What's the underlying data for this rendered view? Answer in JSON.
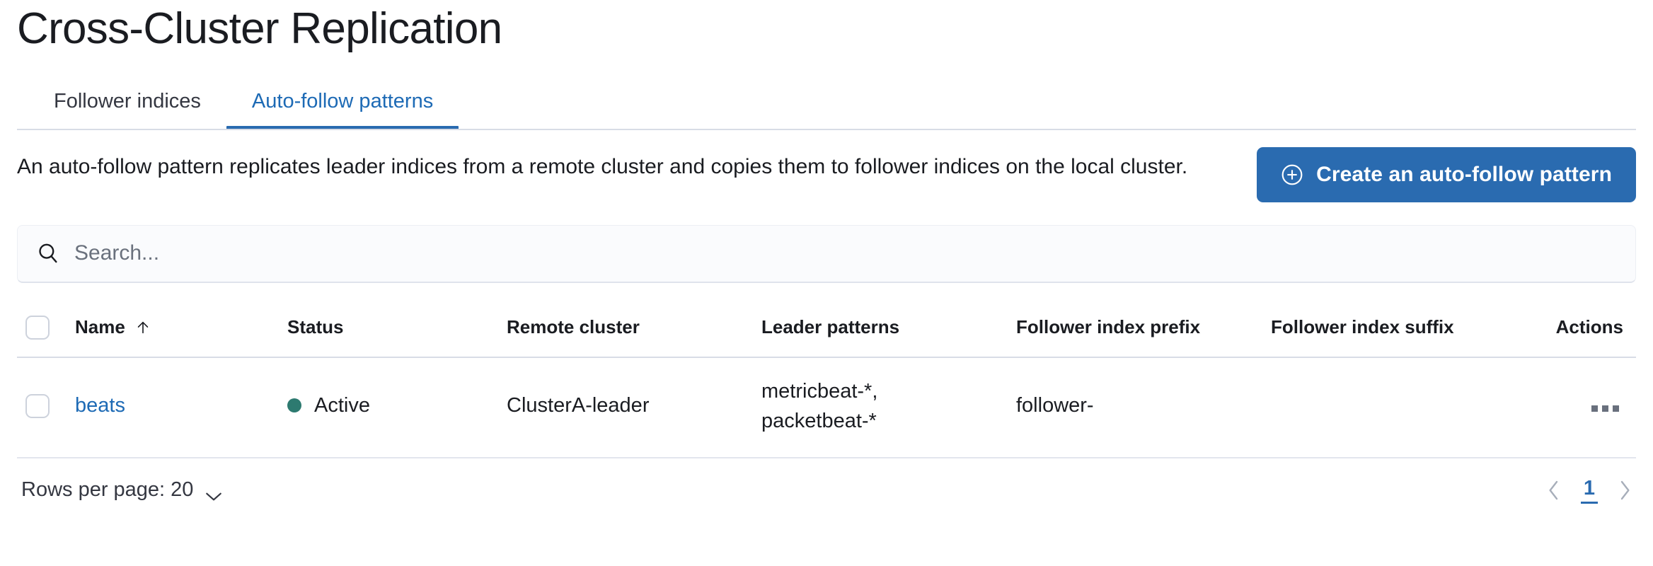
{
  "page": {
    "title": "Cross-Cluster Replication"
  },
  "tabs": [
    {
      "label": "Follower indices",
      "active": false,
      "name": "tab-follower-indices"
    },
    {
      "label": "Auto-follow patterns",
      "active": true,
      "name": "tab-auto-follow-patterns"
    }
  ],
  "intro": {
    "description": "An auto-follow pattern replicates leader indices from a remote cluster and copies them to follower indices on the local cluster.",
    "cta_label": "Create an auto-follow pattern",
    "cta_icon": "plus-in-circle-icon"
  },
  "search": {
    "value": "",
    "placeholder": "Search...",
    "icon": "search-icon"
  },
  "table": {
    "columns": [
      {
        "key": "select",
        "label": "",
        "icon": "checkbox-icon"
      },
      {
        "key": "name",
        "label": "Name",
        "sorted": "asc",
        "sort_icon": "arrow-up-icon"
      },
      {
        "key": "status",
        "label": "Status"
      },
      {
        "key": "remote",
        "label": "Remote cluster"
      },
      {
        "key": "leader",
        "label": "Leader patterns"
      },
      {
        "key": "prefix",
        "label": "Follower index prefix"
      },
      {
        "key": "suffix",
        "label": "Follower index suffix"
      },
      {
        "key": "actions",
        "label": "Actions"
      }
    ],
    "rows": [
      {
        "selected": false,
        "name": "beats",
        "status": "Active",
        "status_color": "#2d7a70",
        "remote_cluster": "ClusterA-leader",
        "leader_patterns": "metricbeat-*,\npacketbeat-*",
        "follower_index_prefix": "follower-",
        "follower_index_suffix": "",
        "actions_icon": "more-actions-icon"
      }
    ]
  },
  "footer": {
    "rows_per_page_label": "Rows per page: 20",
    "rows_per_page_icon": "chevron-down-icon",
    "prev_icon": "chevron-left-icon",
    "next_icon": "chevron-right-icon",
    "current_page": "1"
  },
  "colors": {
    "accent": "#2a6bb0",
    "link": "#1d6ab5",
    "success": "#2d7a70",
    "text": "#1a1c21",
    "muted": "#6a717d",
    "border": "#d8dce6"
  }
}
